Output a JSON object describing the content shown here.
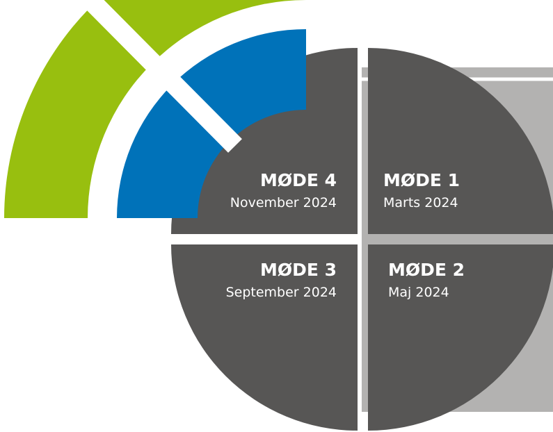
{
  "colors": {
    "green": "#98bf0f",
    "blue": "#0072b9",
    "dark": "#575655",
    "shadow": "#b3b2b1",
    "text": "#ffffff"
  },
  "meetings": {
    "m1": {
      "title": "MØDE 1",
      "date": "Marts 2024"
    },
    "m2": {
      "title": "MØDE 2",
      "date": "Maj 2024"
    },
    "m3": {
      "title": "MØDE 3",
      "date": "September 2024"
    },
    "m4": {
      "title": "MØDE 4",
      "date": "November 2024"
    }
  }
}
